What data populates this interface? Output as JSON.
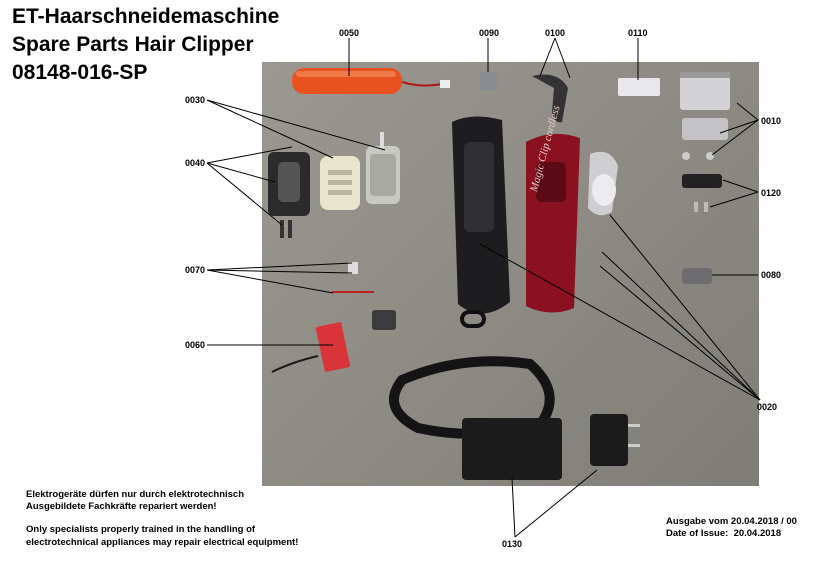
{
  "title": {
    "line1": "ET-Haarschneidemaschine",
    "line2": "Spare Parts Hair Clipper",
    "line3": "08148-016-SP"
  },
  "part_labels": {
    "p0010": "0010",
    "p0020": "0020",
    "p0030": "0030",
    "p0040": "0040",
    "p0050": "0050",
    "p0060": "0060",
    "p0070": "0070",
    "p0080": "0080",
    "p0090": "0090",
    "p0100": "0100",
    "p0110": "0110",
    "p0120": "0120",
    "p0130": "0130"
  },
  "brand_text": "Magic Clip cordless",
  "notice": {
    "de_line1": "Elektrogeräte dürfen nur durch elektrotechnisch",
    "de_line2": "Ausgebildete Fachkräfte repariert werden!",
    "en_line1": "Only specialists properly trained in the handling of",
    "en_line2": "electrotechnical appliances may repair electrical equipment!"
  },
  "issue": {
    "de": "Ausgabe vom 20.04.2018 / 00",
    "en": "Date of Issue:  20.04.2018"
  },
  "colors": {
    "battery": "#e8521e",
    "housing": "#8b1020",
    "pcb": "#d8343a",
    "background": "#8f8d86"
  }
}
